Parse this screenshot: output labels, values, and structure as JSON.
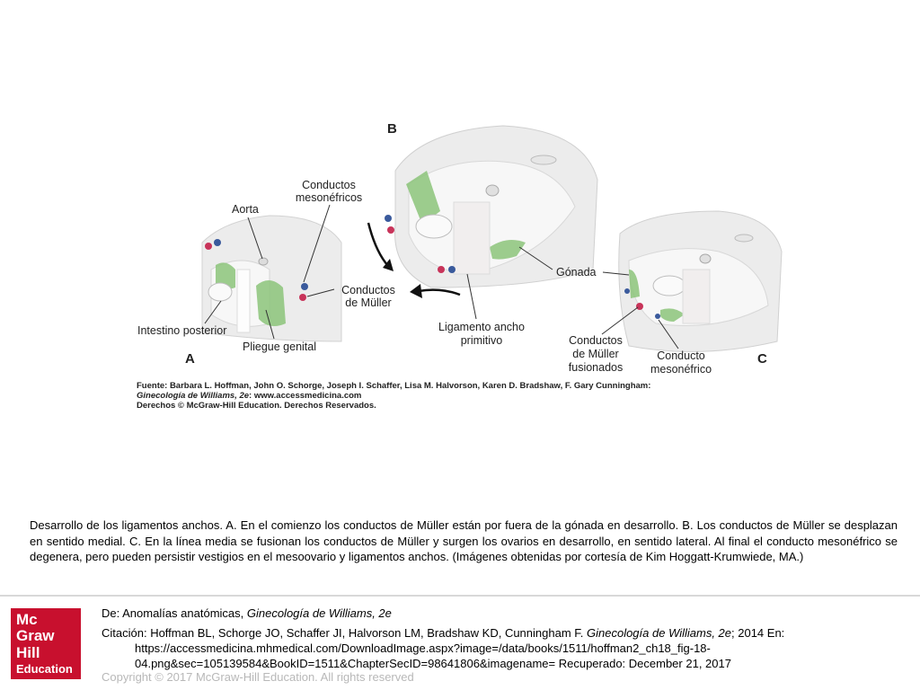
{
  "figure": {
    "panels": {
      "a": "A",
      "b": "B",
      "c": "C"
    },
    "labels": {
      "aorta": "Aorta",
      "mesonephric_ducts_1": "Conductos",
      "mesonephric_ducts_2": "mesonéfricos",
      "mullerian_ducts_1": "Conductos",
      "mullerian_ducts_2": "de Müller",
      "hindgut": "Intestino posterior",
      "genital_fold": "Pliegue genital",
      "primitive_ligament_1": "Ligamento ancho",
      "primitive_ligament_2": "primitivo",
      "gonad": "Gónada",
      "fused_mullerian_1": "Conductos",
      "fused_mullerian_2": "de Müller",
      "fused_mullerian_3": "fusionados",
      "mesonephric_duct_1": "Conducto",
      "mesonephric_duct_2": "mesonéfrico"
    },
    "source": {
      "line1": "Fuente: Barbara L. Hoffman, John O. Schorge, Joseph I. Schaffer, Lisa M. Halvorson, Karen D. Bradshaw, F. Gary Cunningham:",
      "line2_title": "Ginecología de Williams, 2e",
      "line2_rest": ": www.accessmedicina.com",
      "line3": "Derechos © McGraw-Hill Education. Derechos Reservados."
    }
  },
  "caption": "Desarrollo de los ligamentos anchos. A. En el comienzo los conductos de Müller están por fuera de la gónada en desarrollo. B. Los conductos de Müller se desplazan en sentido medial. C. En la línea media se fusionan los conductos de Müller y surgen los ovarios en desarrollo, en sentido lateral. Al final el conducto mesonéfrico se degenera, pero pueden persistir vestigios en el mesoovario y ligamentos anchos. (Imágenes obtenidas por cortesía de Kim Hoggatt-Krumwiede, MA.)",
  "logo": {
    "line1": "Mc",
    "line2": "Graw",
    "line3": "Hill",
    "line4": "Education"
  },
  "from": {
    "prefix": "De: ",
    "text": "Anomalías anatómicas, ",
    "book": "Ginecología de Williams, 2e"
  },
  "citation": {
    "prefix": "Citación: Hoffman BL, Schorge JO, Schaffer JI, Halvorson LM, Bradshaw KD, Cunningham F. ",
    "book": "Ginecología de Williams, 2e",
    "rest": "; 2014 En:",
    "url_line1": "https://accessmedicina.mhmedical.com/DownloadImage.aspx?image=/data/books/1511/hoffman2_ch18_fig-18-",
    "url_line2": "04.png&sec=105139584&BookID=1511&ChapterSecID=98641806&imagename= Recuperado: December 21, 2017"
  },
  "copyright": "Copyright © 2017 McGraw-Hill Education. All rights reserved",
  "colors": {
    "logo_red": "#c8102e",
    "gonad_green": "#8cc47a",
    "duct_red": "#c8345a",
    "duct_blue": "#3a5a9c",
    "tissue": "#ececec"
  }
}
